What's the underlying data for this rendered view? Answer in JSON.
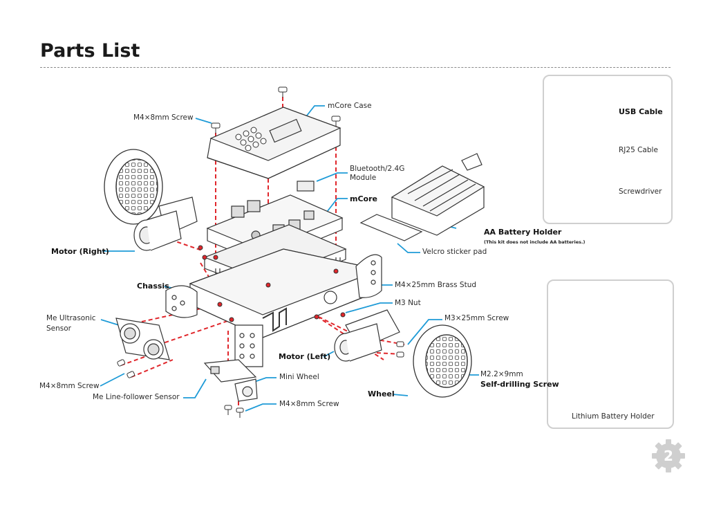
{
  "title": "Parts List",
  "labels": {
    "mcore_case": "mCore Case",
    "m4_screw_top": "M4×8mm Screw",
    "bluetooth": "Bluetooth/2.4G",
    "bluetooth_2": "Module",
    "mcore": "mCore",
    "motor_right": "Motor (Right)",
    "aa_holder": "AA Battery Holder",
    "aa_note": "(This kit does not include AA batteries.)",
    "velcro": "Velcro sticker pad",
    "brass_stud": "M4×25mm Brass Stud",
    "chassis": "Chassis",
    "m3_nut": "M3 Nut",
    "ultrasonic_1": "Me Ultrasonic",
    "ultrasonic_2": "Sensor",
    "m3_screw": "M3×25mm Screw",
    "motor_left": "Motor (Left)",
    "mini_wheel": "Mini Wheel",
    "m22_screw_1": "M2.2×9mm",
    "m22_screw_2": "Self-drilling Screw",
    "m4_screw_left": "M4×8mm Screw",
    "line_follower": "Me Line-follower Sensor",
    "wheel": "Wheel",
    "m4_screw_bottom": "M4×8mm Screw"
  },
  "accessories": {
    "usb_cable": "USB Cable",
    "rj25_cable": "RJ25 Cable",
    "screwdriver": "Screwdriver",
    "lithium_holder": "Lithium Battery Holder"
  },
  "page_number": "2",
  "colors": {
    "leader": "#1e9bd7",
    "dash": "#e0262b",
    "outline": "#333333",
    "box_border": "#cfcfcf",
    "gear": "#cfcfcf"
  }
}
